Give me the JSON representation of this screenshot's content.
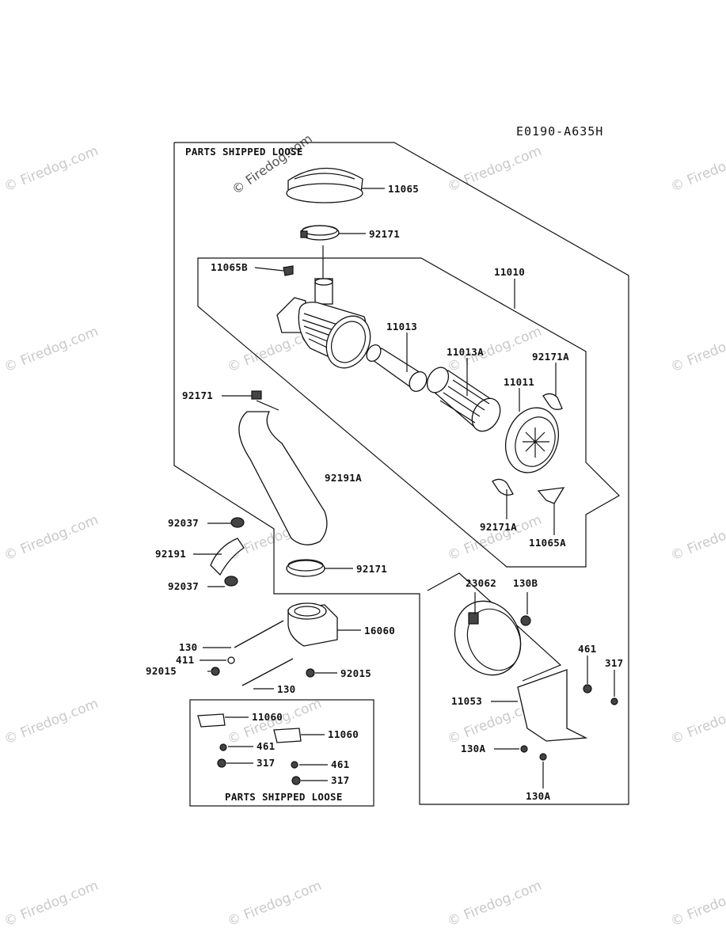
{
  "diagram": {
    "ref_code": "E0190-A635H",
    "labels": {
      "shipped_loose_top": "PARTS SHIPPED LOOSE",
      "shipped_loose_bottom": "PARTS SHIPPED LOOSE"
    },
    "callouts": [
      {
        "id": "c01",
        "text": "11065"
      },
      {
        "id": "c02",
        "text": "92171"
      },
      {
        "id": "c03",
        "text": "11065B"
      },
      {
        "id": "c04",
        "text": "11010"
      },
      {
        "id": "c05",
        "text": "11013"
      },
      {
        "id": "c06",
        "text": "11013A"
      },
      {
        "id": "c07",
        "text": "92171A"
      },
      {
        "id": "c08",
        "text": "11011"
      },
      {
        "id": "c09",
        "text": "92171"
      },
      {
        "id": "c10",
        "text": "92191A"
      },
      {
        "id": "c11",
        "text": "92171A"
      },
      {
        "id": "c12",
        "text": "11065A"
      },
      {
        "id": "c13",
        "text": "92037"
      },
      {
        "id": "c14",
        "text": "92191"
      },
      {
        "id": "c15",
        "text": "92171"
      },
      {
        "id": "c16",
        "text": "92037"
      },
      {
        "id": "c17",
        "text": "16060"
      },
      {
        "id": "c18",
        "text": "130"
      },
      {
        "id": "c19",
        "text": "411"
      },
      {
        "id": "c20",
        "text": "92015"
      },
      {
        "id": "c21",
        "text": "92015"
      },
      {
        "id": "c22",
        "text": "130"
      },
      {
        "id": "c23",
        "text": "23062"
      },
      {
        "id": "c24",
        "text": "130B"
      },
      {
        "id": "c25",
        "text": "461"
      },
      {
        "id": "c26",
        "text": "317"
      },
      {
        "id": "c27",
        "text": "11053"
      },
      {
        "id": "c28",
        "text": "130A"
      },
      {
        "id": "c29",
        "text": "130A"
      },
      {
        "id": "c30",
        "text": "11060"
      },
      {
        "id": "c31",
        "text": "461"
      },
      {
        "id": "c32",
        "text": "317"
      },
      {
        "id": "c33",
        "text": "11060"
      },
      {
        "id": "c34",
        "text": "461"
      },
      {
        "id": "c35",
        "text": "317"
      }
    ]
  },
  "watermark": {
    "text": "© Firedog.com",
    "rotated_text": "© Firedog.com"
  }
}
